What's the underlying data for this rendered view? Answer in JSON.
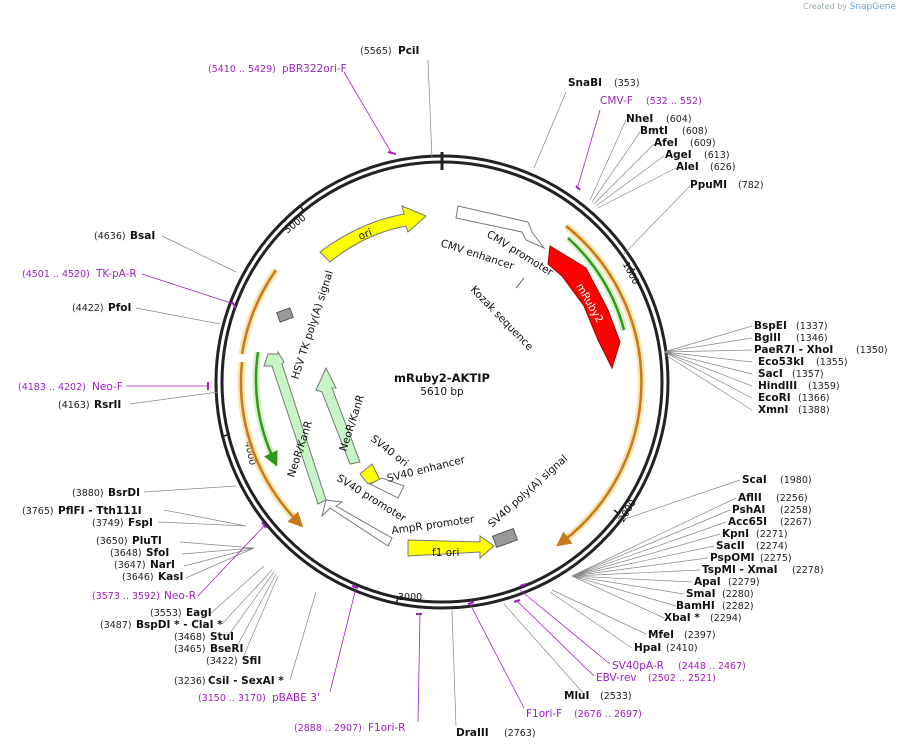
{
  "credit": {
    "prefix": "Created by",
    "brand": "SnapGene"
  },
  "plasmid": {
    "name": "mRuby2-AKTIP",
    "size": "5610 bp"
  },
  "ticks": [
    {
      "label": "1000",
      "bp": 1000
    },
    {
      "label": "2000",
      "bp": 2000
    },
    {
      "label": "3000",
      "bp": 3000
    },
    {
      "label": "4000",
      "bp": 4000
    },
    {
      "label": "5000",
      "bp": 5000
    }
  ],
  "sites": [
    {
      "name": "PciI",
      "pos": "(5565)"
    },
    {
      "name": "SnaBI",
      "pos": "(353)"
    },
    {
      "name": "NheI",
      "pos": "(604)"
    },
    {
      "name": "BmtI",
      "pos": "(608)"
    },
    {
      "name": "AfeI",
      "pos": "(609)"
    },
    {
      "name": "AgeI",
      "pos": "(613)"
    },
    {
      "name": "AleI",
      "pos": "(626)"
    },
    {
      "name": "PpuMI",
      "pos": "(782)"
    },
    {
      "name": "BspEI",
      "pos": "(1337)"
    },
    {
      "name": "BglII",
      "pos": "(1346)"
    },
    {
      "name": "PaeR7I - XhoI",
      "pos": "(1350)"
    },
    {
      "name": "Eco53kI",
      "pos": "(1355)"
    },
    {
      "name": "SacI",
      "pos": "(1357)"
    },
    {
      "name": "HindIII",
      "pos": "(1359)"
    },
    {
      "name": "EcoRI",
      "pos": "(1366)"
    },
    {
      "name": "XmnI",
      "pos": "(1388)"
    },
    {
      "name": "ScaI",
      "pos": "(1980)"
    },
    {
      "name": "AflII",
      "pos": "(2256)"
    },
    {
      "name": "PshAI",
      "pos": "(2258)"
    },
    {
      "name": "Acc65I",
      "pos": "(2267)"
    },
    {
      "name": "KpnI",
      "pos": "(2271)"
    },
    {
      "name": "SacII",
      "pos": "(2274)"
    },
    {
      "name": "PspOMI",
      "pos": "(2275)"
    },
    {
      "name": "TspMI - XmaI",
      "pos": "(2278)"
    },
    {
      "name": "ApaI",
      "pos": "(2279)"
    },
    {
      "name": "SmaI",
      "pos": "(2280)"
    },
    {
      "name": "BamHI",
      "pos": "(2282)"
    },
    {
      "name": "XbaI *",
      "pos": "(2294)"
    },
    {
      "name": "MfeI",
      "pos": "(2397)"
    },
    {
      "name": "HpaI",
      "pos": "(2410)"
    },
    {
      "name": "MluI",
      "pos": "(2533)"
    },
    {
      "name": "DraIII",
      "pos": "(2763)"
    },
    {
      "name": "CsiI - SexAI *",
      "pos": "(3236)"
    },
    {
      "name": "SfiI",
      "pos": "(3422)"
    },
    {
      "name": "BseRI",
      "pos": "(3465)"
    },
    {
      "name": "StuI",
      "pos": "(3468)"
    },
    {
      "name": "BspDI * - ClaI *",
      "pos": "(3487)"
    },
    {
      "name": "EagI",
      "pos": "(3553)"
    },
    {
      "name": "KasI",
      "pos": "(3646)"
    },
    {
      "name": "NarI",
      "pos": "(3647)"
    },
    {
      "name": "SfoI",
      "pos": "(3648)"
    },
    {
      "name": "PluTI",
      "pos": "(3650)"
    },
    {
      "name": "FspI",
      "pos": "(3749)"
    },
    {
      "name": "PflFI - Tth111I",
      "pos": "(3765)"
    },
    {
      "name": "BsrDI",
      "pos": "(3880)"
    },
    {
      "name": "RsrII",
      "pos": "(4163)"
    },
    {
      "name": "PfoI",
      "pos": "(4422)"
    },
    {
      "name": "BsaI",
      "pos": "(4636)"
    }
  ],
  "primers": [
    {
      "name": "pBR322ori-F",
      "range": "(5410 .. 5429)"
    },
    {
      "name": "CMV-F",
      "range": "(532 .. 552)"
    },
    {
      "name": "TK-pA-R",
      "range": "(4501 .. 4520)"
    },
    {
      "name": "Neo-F",
      "range": "(4183 .. 4202)"
    },
    {
      "name": "Neo-R",
      "range": "(3573 .. 3592)"
    },
    {
      "name": "SV40pA-R",
      "range": "(2448 .. 2467)"
    },
    {
      "name": "EBV-rev",
      "range": "(2502 .. 2521)"
    },
    {
      "name": "F1ori-F",
      "range": "(2676 .. 2697)"
    },
    {
      "name": "F1ori-R",
      "range": "(2888 .. 2907)"
    },
    {
      "name": "pBABE 3'",
      "range": "(3150 .. 3170)"
    }
  ],
  "features": {
    "cmv_enhancer": "CMV enhancer",
    "cmv_promoter": "CMV promoter",
    "kozak": "Kozak sequence",
    "mruby2": "mRuby2",
    "ori": "ori",
    "hsv_tk": "HSV TK poly(A) signal",
    "neor_outer": "NeoR/KanR",
    "neor_inner": "NeoR/KanR",
    "sv40_ori": "SV40 ori",
    "sv40_enhancer": "SV40 enhancer",
    "sv40_promoter": "SV40 promoter",
    "ampr_promoter": "AmpR promoter",
    "f1_ori": "f1 ori",
    "sv40_polya": "SV40 poly(A) signal"
  },
  "colors": {
    "mruby2": "#ff0000",
    "ori": "#ffff00",
    "neor": "#c6f5c6",
    "orf_orange": "#c87a1a",
    "orf_green": "#2f9a1a",
    "primer": "#a020c0",
    "backbone": "#222222"
  }
}
